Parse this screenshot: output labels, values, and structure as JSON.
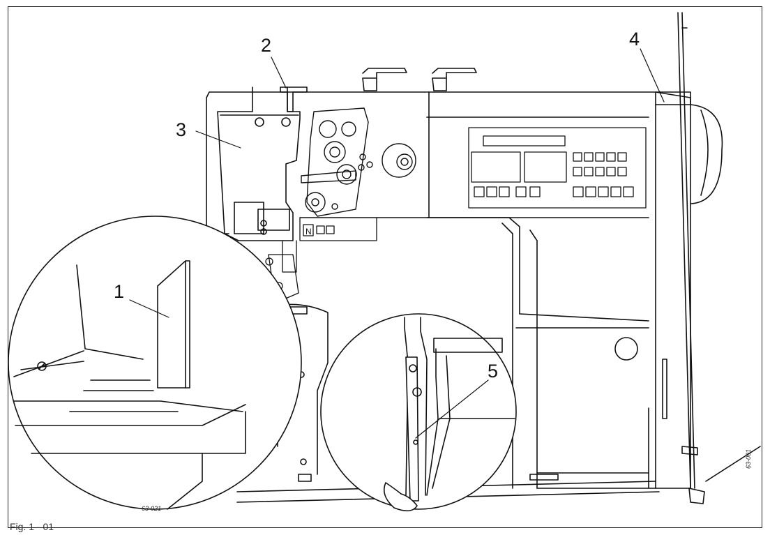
{
  "figure": {
    "caption": "Fig. 1 - 01",
    "callouts": [
      "1",
      "2",
      "3",
      "4",
      "5"
    ],
    "drawing_codes": {
      "detail_left": "63-021",
      "main": "63-001"
    },
    "keypad_symbol": "N"
  }
}
